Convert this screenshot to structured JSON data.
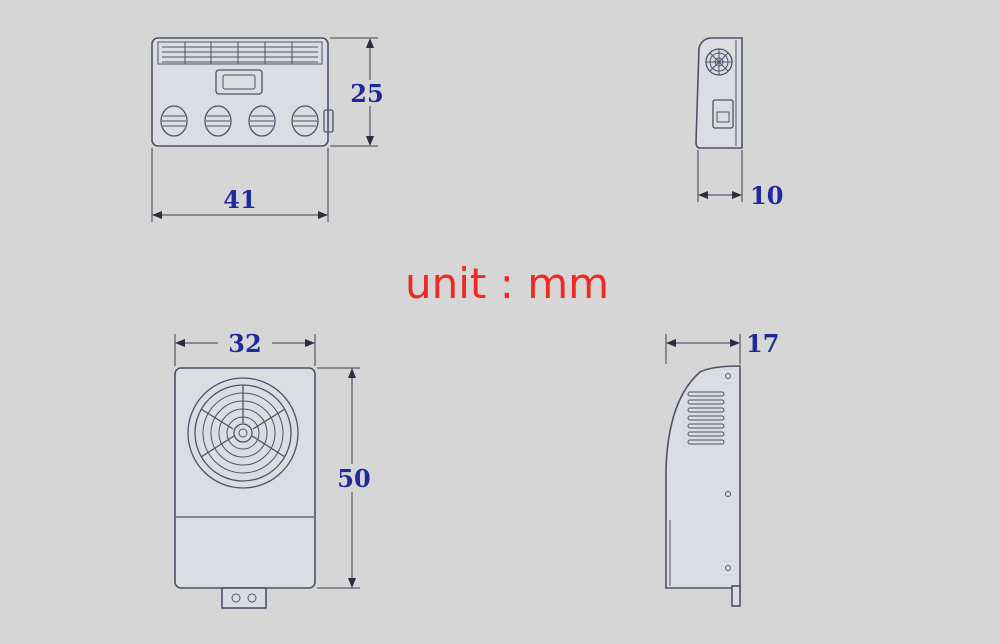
{
  "dimensions": {
    "top_front_height": "25",
    "top_front_width": "41",
    "top_side_depth": "10",
    "bottom_front_width": "32",
    "bottom_front_height": "50",
    "bottom_side_depth": "17"
  },
  "unit_label": "unit : mm",
  "colors": {
    "background": "#d6d6d6",
    "dimension_text": "#1e2a9c",
    "unit_text": "#ee2a24",
    "line": "#4d5268"
  }
}
